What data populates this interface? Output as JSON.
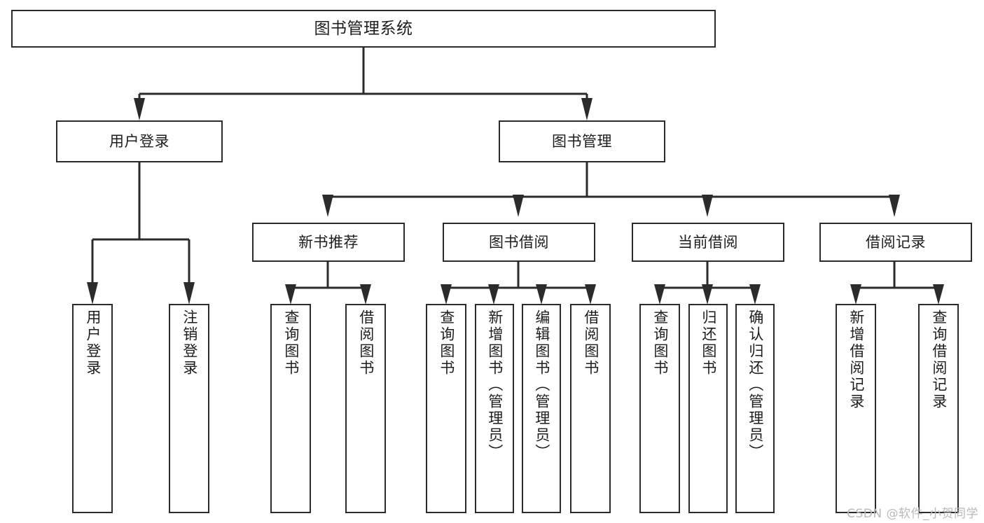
{
  "diagram": {
    "title": "图书管理系统",
    "watermark": "CSDN @软件_小贺同学",
    "line_color": "#2b2b2b",
    "box_fill": "#ffffff",
    "text_color": "#1d1d1d",
    "root": {
      "label": "图书管理系统"
    },
    "level1": [
      {
        "label": "用户登录"
      },
      {
        "label": "图书管理"
      }
    ],
    "level2": [
      {
        "label": "新书推荐"
      },
      {
        "label": "图书借阅"
      },
      {
        "label": "当前借阅"
      },
      {
        "label": "借阅记录"
      }
    ],
    "leaves": {
      "user_login": [
        {
          "label": "用户登录"
        },
        {
          "label": "注销登录"
        }
      ],
      "new_book_recommend": [
        {
          "label": "查询图书"
        },
        {
          "label": "借阅图书"
        }
      ],
      "book_borrow": [
        {
          "label": "查询图书"
        },
        {
          "label": "新增图书（管理员）"
        },
        {
          "label": "编辑图书（管理员）"
        },
        {
          "label": "借阅图书"
        }
      ],
      "current_borrow": [
        {
          "label": "查询图书"
        },
        {
          "label": "归还图书"
        },
        {
          "label": "确认归还（管理员）"
        }
      ],
      "borrow_record": [
        {
          "label": "新增借阅记录"
        },
        {
          "label": "查询借阅记录"
        }
      ]
    }
  }
}
